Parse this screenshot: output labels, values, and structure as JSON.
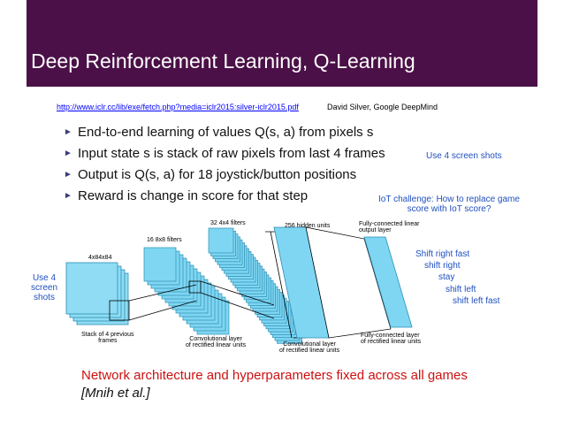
{
  "title": "Deep Reinforcement Learning, Q-Learning",
  "reference": {
    "url": "http://www.iclr.cc/lib/exe/fetch.php?media=iclr2015:silver-iclr2015.pdf",
    "author": "David Silver,  Google DeepMind"
  },
  "bullets": [
    "End-to-end learning of values Q(s, a) from pixels s",
    "Input state s is stack of raw pixels from last 4 frames",
    "Output is Q(s, a) for 18 joystick/button positions",
    "Reward is change in score for that step"
  ],
  "annotations": {
    "screens_right": "Use 4 screen shots",
    "iot_line1": "IoT challenge:   How to replace game",
    "iot_line2": "score with IoT score?",
    "actions": [
      "Shift right fast",
      "shift right",
      "stay",
      "shift left",
      "shift left fast"
    ],
    "screens_left": [
      "Use 4",
      "screen",
      "shots"
    ]
  },
  "diagram_labels": {
    "input_size": "4x84x84",
    "filters1": "16 8x8 filters",
    "filters2": "32 4x4 filters",
    "hidden": "256 hidden units",
    "fc_out": [
      "Fully-connected linear",
      "output layer"
    ],
    "stack": [
      "Stack of 4 previous",
      "frames"
    ],
    "conv1": [
      "Convolutional layer",
      "of rectified linear units"
    ],
    "conv2": [
      "Convolutional layer",
      "of rectified linear units"
    ],
    "fc_hidden": [
      "Fully-connected layer",
      "of rectified linear units"
    ]
  },
  "footer": {
    "line1": "Network architecture and hyperparameters fixed across all games",
    "line2": "[Mnih et al.]"
  },
  "colors": {
    "title_bar": "#4b1047",
    "layer_fill": "#7fd6f2",
    "layer_stroke": "#2b8fb5",
    "annotation": "#1f4fbf",
    "footer_red": "#cc1111"
  }
}
